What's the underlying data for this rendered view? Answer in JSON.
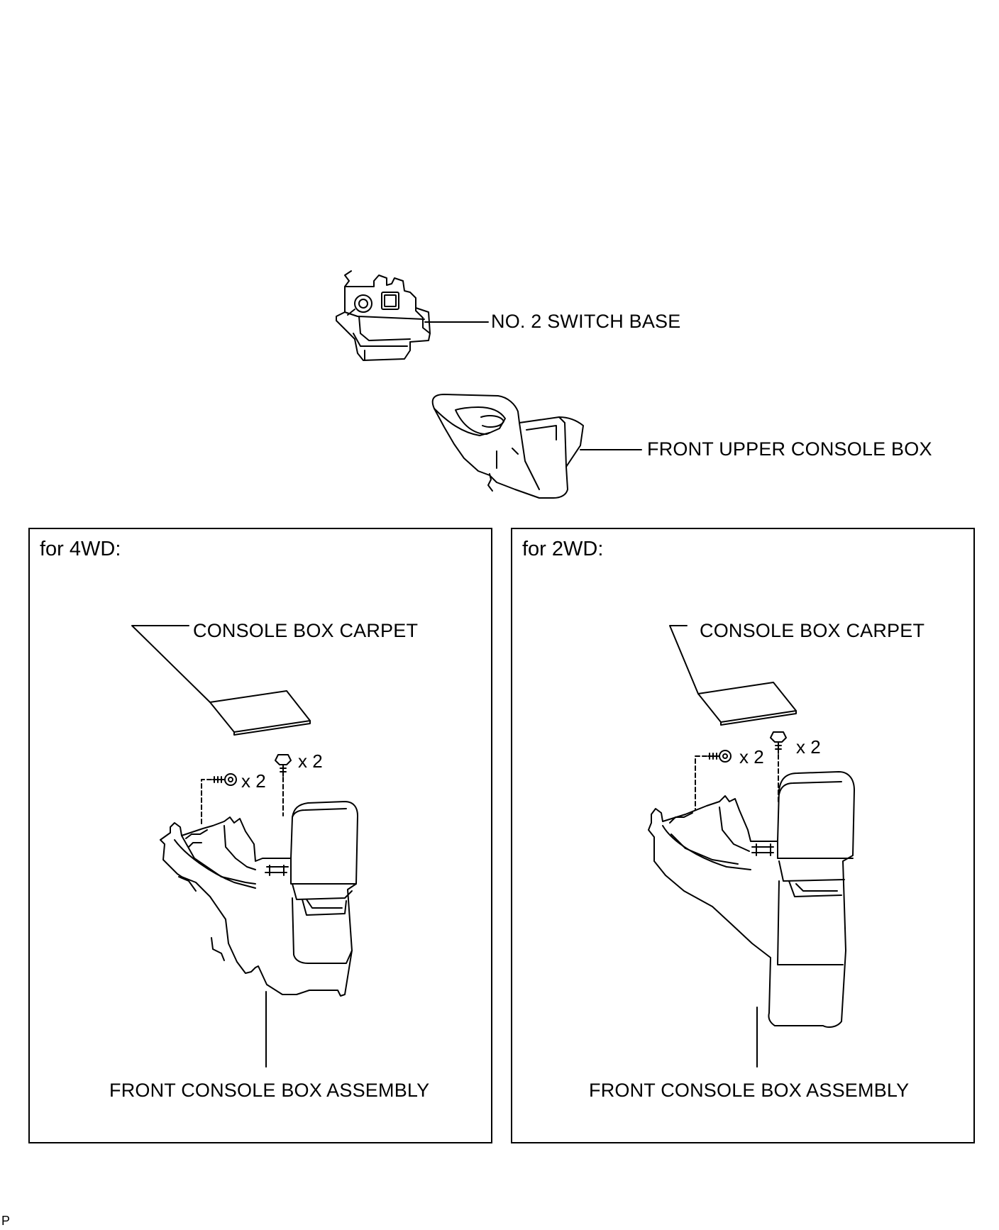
{
  "labels": {
    "switch_base": "NO. 2 SWITCH BASE",
    "upper_console": "FRONT UPPER CONSOLE BOX",
    "carpet": "CONSOLE BOX CARPET",
    "assembly": "FRONT CONSOLE BOX ASSEMBLY"
  },
  "panels": [
    {
      "variant": "for 4WD:",
      "clip_qty": "x 2",
      "bolt_qty": "x 2"
    },
    {
      "variant": "for 2WD:",
      "clip_qty": "x 2",
      "bolt_qty": "x 2"
    }
  ],
  "figure_code": "P"
}
